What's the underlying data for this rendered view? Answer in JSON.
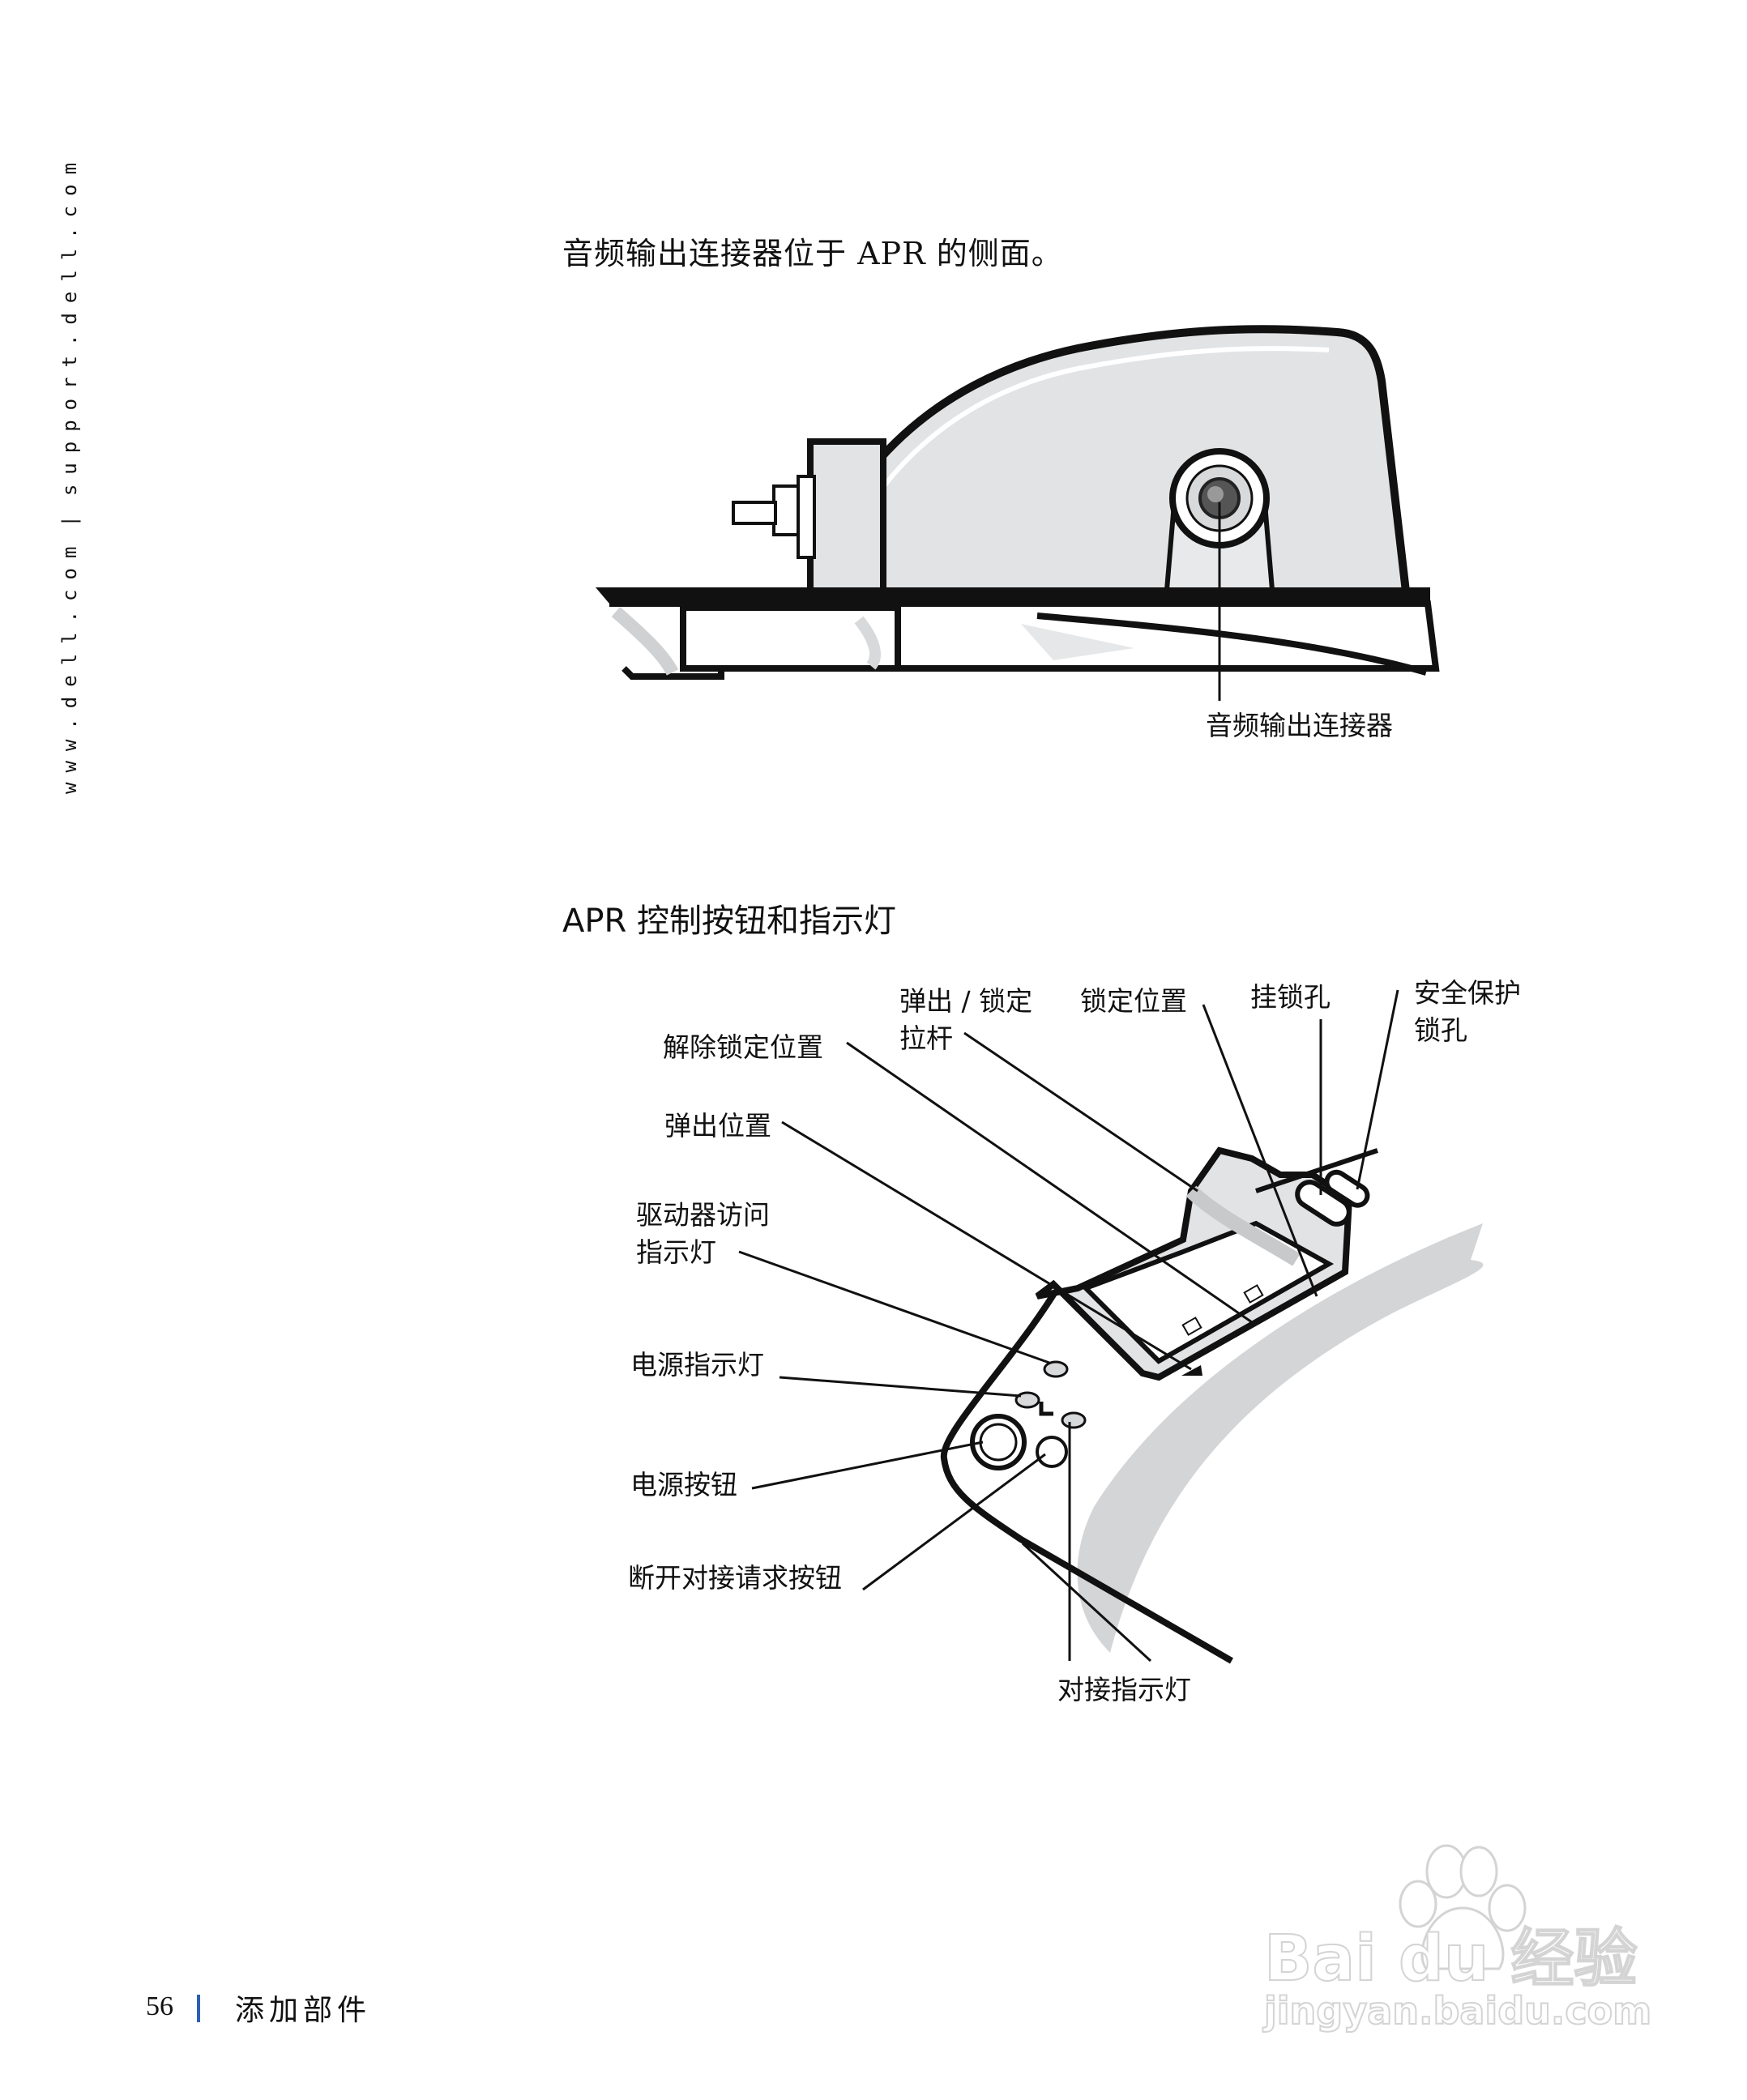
{
  "sidebar": {
    "url_left": "www.dell.com",
    "separator": "|",
    "url_right": "support.dell.com"
  },
  "intro_text": "音频输出连接器位于 APR 的侧面。",
  "figure1": {
    "callout_audio_out": "音频输出连接器"
  },
  "section": {
    "title": "APR 控制按钮和指示灯"
  },
  "figure2": {
    "callouts": {
      "eject_lock_lever_line1": "弹出 / 锁定",
      "eject_lock_lever_line2": "拉杆",
      "locked_position": "锁定位置",
      "padlock_hole": "挂锁孔",
      "security_lock_line1": "安全保护",
      "security_lock_line2": "锁孔",
      "unlocked_position": "解除锁定位置",
      "eject_position": "弹出位置",
      "drive_access_light_line1": "驱动器访问",
      "drive_access_light_line2": "指示灯",
      "power_light": "电源指示灯",
      "power_button": "电源按钮",
      "undock_request_button": "断开对接请求按钮",
      "dock_light": "对接指示灯"
    }
  },
  "footer": {
    "page_number": "56",
    "chapter": "添加部件"
  },
  "watermark": {
    "logo_text": "Bai du 经验",
    "url": "jingyan.baidu.com"
  },
  "colors": {
    "line": "#111111",
    "fill_gray": "#e2e3e5",
    "shade_gray": "#c8c9cb",
    "footer_accent": "#2c5fb8",
    "watermark": "#d4d4d4"
  }
}
